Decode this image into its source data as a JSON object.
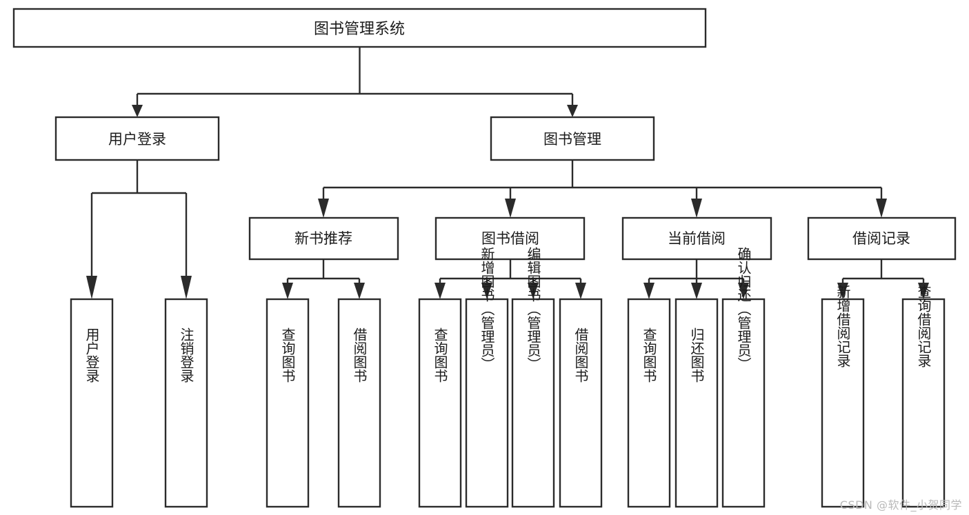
{
  "diagram": {
    "title": "图书管理系统",
    "watermark": "CSDN @软件_小贺同学",
    "colors": {
      "stroke": "#2b2b2b",
      "box_fill": "#ffffff",
      "text": "#1b1b1b",
      "background": "#ffffff",
      "watermark": "#b9b9b9"
    },
    "nodes": {
      "root": "图书管理系统",
      "user_login": "用户登录",
      "book_manage": "图书管理",
      "new_book_rec": "新书推荐",
      "book_borrow": "图书借阅",
      "current_borrow": "当前借阅",
      "borrow_record": "借阅记录",
      "leaf_user_login": "用户登录",
      "leaf_user_logout": "注销登录",
      "leaf_rec_query": "查询图书",
      "leaf_rec_borrow": "借阅图书",
      "leaf_borrow_query": "查询图书",
      "leaf_borrow_add": "新增图书（管理员）",
      "leaf_borrow_edit": "编辑图书（管理员）",
      "leaf_borrow_borrow": "借阅图书",
      "leaf_current_query": "查询图书",
      "leaf_current_return": "归还图书",
      "leaf_current_confirm": "确认归还（管理员）",
      "leaf_record_add": "新增借阅记录",
      "leaf_record_query": "查询借阅记录"
    }
  }
}
